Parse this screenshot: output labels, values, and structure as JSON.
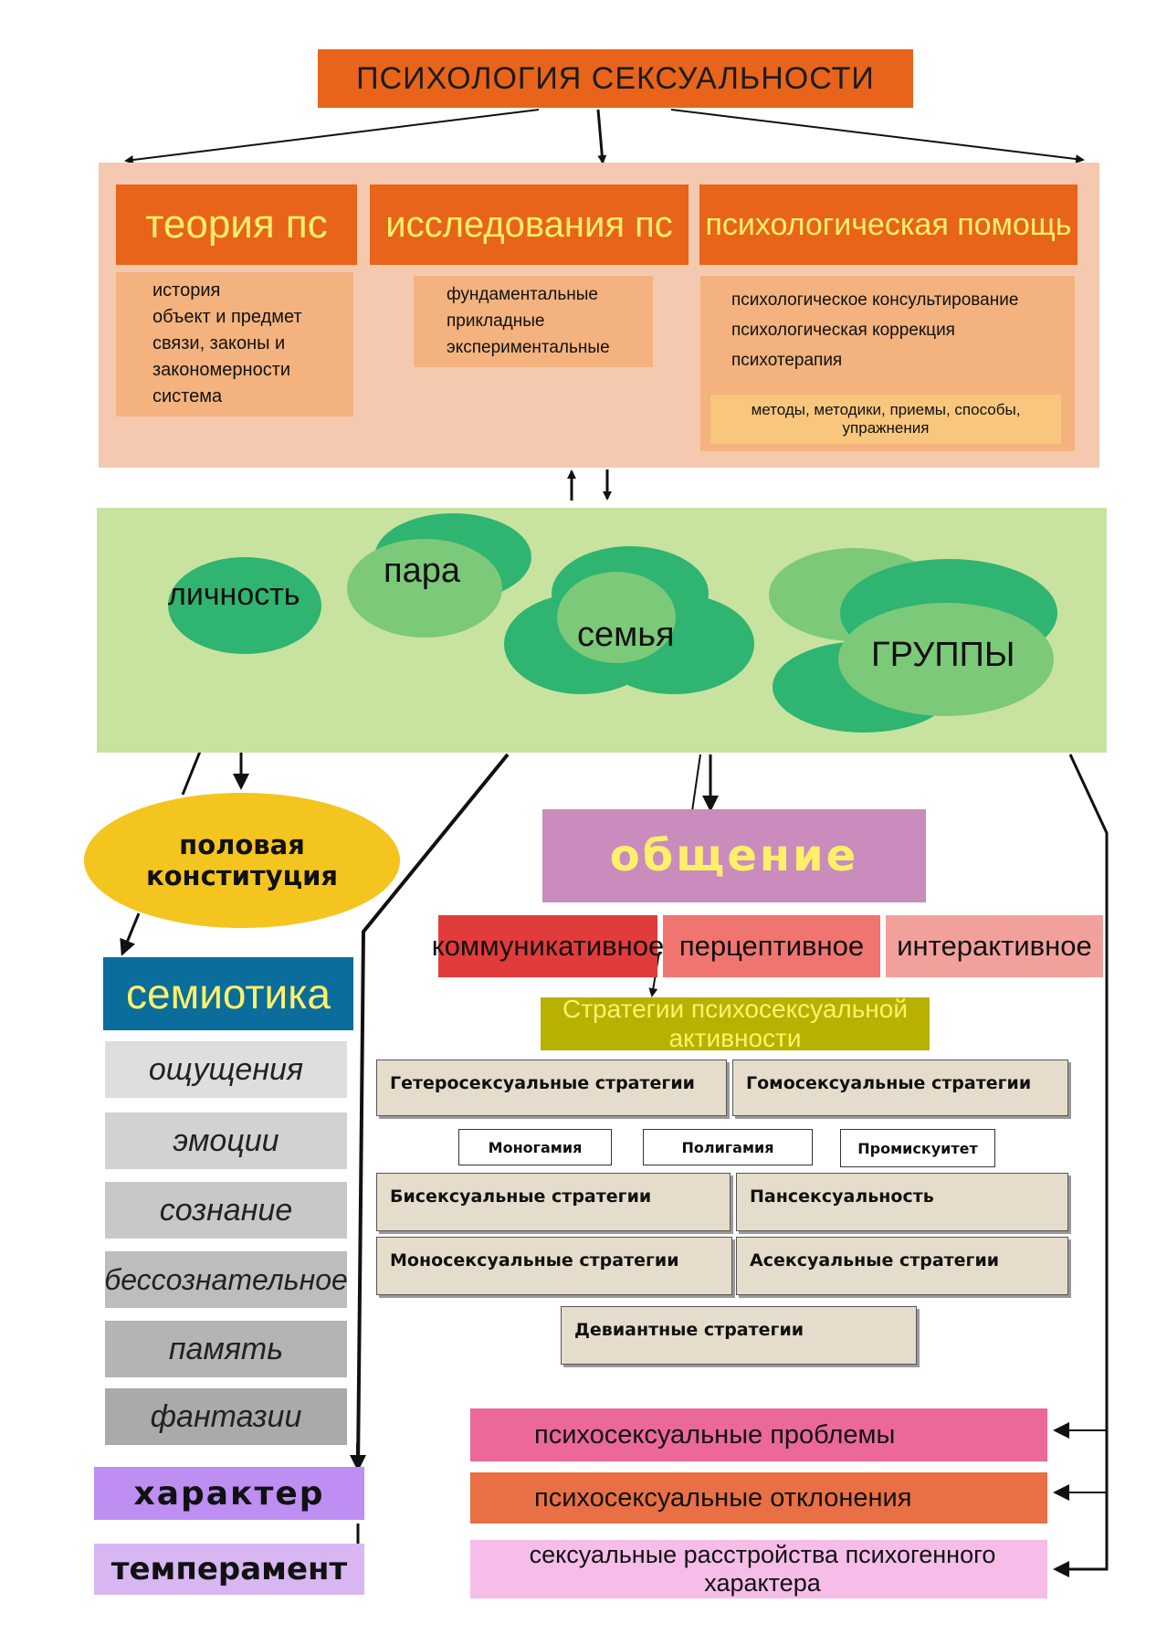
{
  "title": "ПСИХОЛОГИЯ СЕКСУАЛЬНОСТИ",
  "top_sections": [
    {
      "heading": "теория пс",
      "items": [
        "история",
        "объект и предмет",
        "связи, законы и",
        "закономерности",
        "система"
      ]
    },
    {
      "heading": "исследования пс",
      "items": [
        "фундаментальные",
        "прикладные",
        "экспериментальные"
      ]
    },
    {
      "heading": "психологическая помощь",
      "items": [
        "психологическое консультирование",
        "психологическая коррекция",
        "психотерапия"
      ],
      "sub": "методы, методики, приемы, способы, упражнения"
    }
  ],
  "levels": {
    "personality": "личность",
    "pair": "пара",
    "family": "семья",
    "groups": "ГРУППЫ"
  },
  "constitution": {
    "line1": "половая",
    "line2": "конституция"
  },
  "semiotics": {
    "heading": "семиотика",
    "items": [
      "ощущения",
      "эмоции",
      "сознание",
      "бессознательное",
      "память",
      "фантазии"
    ]
  },
  "character": "характер",
  "temperament": "темперамент",
  "communication": {
    "heading": "общение",
    "aspects": [
      "коммуникативное",
      "перцептивное",
      "интерактивное"
    ]
  },
  "strategies": {
    "heading": "Стратегии психосексуальной активности",
    "hetero": "Гетеросексуальные стратегии",
    "homo": "Гомосексуальные стратегии",
    "monogamy": "Моногамия",
    "polygamy": "Полигамия",
    "promiscuity": "Промискуитет",
    "bi": "Бисексуальные стратегии",
    "pan": "Пансексуальность",
    "mono": "Моносексуальные стратегии",
    "asexual": "Асексуальные стратегии",
    "deviant": "Девиантные стратегии"
  },
  "outcomes": [
    "психосексуальные проблемы",
    "психосексуальные отклонения",
    "сексуальные расстройства психогенного характера"
  ],
  "colors": {
    "orange": "#e8641b",
    "peach": "#f5c9b0",
    "light_orange": "#f3b27e",
    "green_panel": "#c8e3a0",
    "oval_dark": "#2fb471",
    "oval_light": "#7cc97a",
    "yellow": "#f4c51f",
    "teal": "#0a6d9b",
    "mauve": "#c98cbc",
    "olive": "#b9b100",
    "red": "#e23b3b",
    "salmon": "#f07470",
    "pink_light": "#f2a09c",
    "purple": "#be8ef2",
    "hot_pink": "#ec6898",
    "coral": "#e96f45",
    "light_pink": "#f6bde9"
  }
}
